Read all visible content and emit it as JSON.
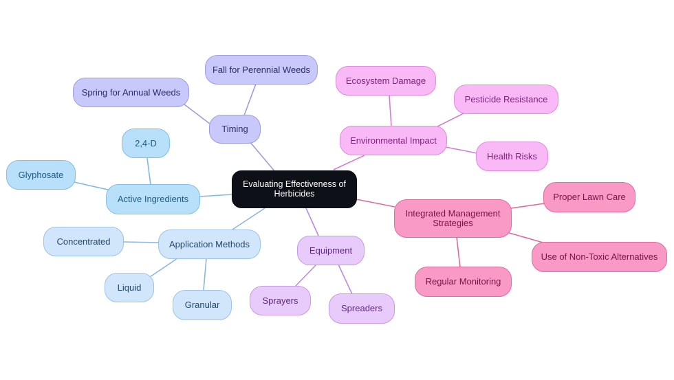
{
  "colors": {
    "timing": "#9d9de0",
    "environment": "#d67ad6",
    "active": "#7fb8e0",
    "application": "#8cb6dc",
    "equipment": "#b98ade",
    "integrated": "#dd6a9c"
  },
  "root": {
    "label": "Evaluating Effectiveness of Herbicides"
  },
  "branches": {
    "timing": {
      "label": "Timing",
      "children": [
        "Fall for Perennial Weeds",
        "Spring for Annual Weeds"
      ]
    },
    "environmental_impact": {
      "label": "Environmental Impact",
      "children": [
        "Ecosystem Damage",
        "Pesticide Resistance",
        "Health Risks"
      ]
    },
    "active_ingredients": {
      "label": "Active Ingredients",
      "children": [
        "2,4-D",
        "Glyphosate"
      ]
    },
    "application_methods": {
      "label": "Application Methods",
      "children": [
        "Concentrated",
        "Liquid",
        "Granular"
      ]
    },
    "equipment": {
      "label": "Equipment",
      "children": [
        "Sprayers",
        "Spreaders"
      ]
    },
    "integrated_management": {
      "label": "Integrated Management Strategies",
      "children": [
        "Proper Lawn Care",
        "Use of Non-Toxic Alternatives",
        "Regular Monitoring"
      ]
    }
  }
}
